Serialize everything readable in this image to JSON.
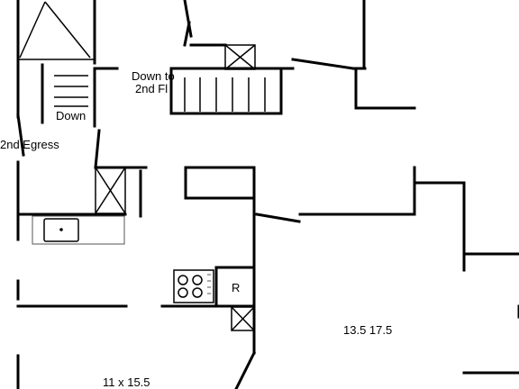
{
  "floorplan": {
    "labels": {
      "down": "Down",
      "down_to_line1": "Down to",
      "down_to_line2": "2nd Fl",
      "egress": "2nd Egress",
      "refrigerator": "R",
      "room_right_dims": "13.5 17.5",
      "room_left_dims": "11 x 15.5"
    },
    "fixtures": [
      "sink",
      "range",
      "refrigerator",
      "chimney-chase",
      "stairs"
    ]
  }
}
